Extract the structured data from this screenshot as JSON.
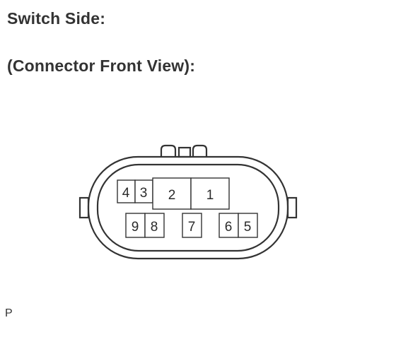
{
  "headings": {
    "switch_side": "Switch Side:",
    "front_view": "(Connector Front View):"
  },
  "connector": {
    "pins": [
      {
        "id": "4",
        "label": "4"
      },
      {
        "id": "3",
        "label": "3"
      },
      {
        "id": "2",
        "label": "2"
      },
      {
        "id": "1",
        "label": "1"
      },
      {
        "id": "9",
        "label": "9"
      },
      {
        "id": "8",
        "label": "8"
      },
      {
        "id": "7",
        "label": "7"
      },
      {
        "id": "6",
        "label": "6"
      },
      {
        "id": "5",
        "label": "5"
      }
    ]
  },
  "footer_label": "P"
}
